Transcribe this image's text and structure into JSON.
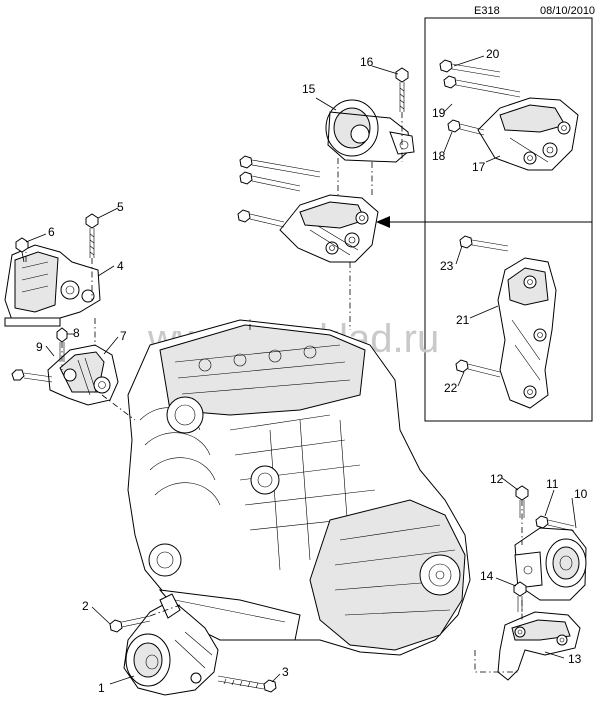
{
  "header": {
    "code": "E318",
    "date": "08/10/2010"
  },
  "watermark": "www.gmsklad.ru",
  "callouts": [
    "1",
    "2",
    "3",
    "4",
    "5",
    "6",
    "7",
    "8",
    "9",
    "10",
    "11",
    "12",
    "13",
    "14",
    "15",
    "16",
    "17",
    "18",
    "19",
    "20",
    "21",
    "22",
    "23"
  ]
}
